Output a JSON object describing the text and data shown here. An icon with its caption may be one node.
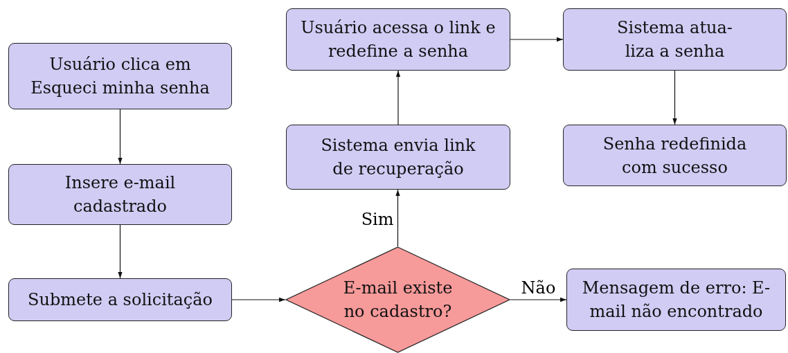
{
  "diagram": {
    "nodes": [
      {
        "text": [
          "Usuário clica em Esqueci minha senha"
        ]
      },
      {
        "text": [
          "Insere e-mail cadastrado"
        ]
      },
      {
        "text": [
          "Submete a solicitação"
        ]
      },
      {
        "text": [
          "E-mail existe no cadastro?"
        ]
      },
      {
        "text": [
          "Sistema envia link de recuperação"
        ]
      },
      {
        "text": [
          "Usuário acessa o link e redefine a senha"
        ]
      },
      {
        "text": [
          "Sistema atua- liza a senha"
        ]
      },
      {
        "text": [
          "Senha redefinida com sucesso"
        ]
      },
      {
        "text": [
          "Mensagem de erro: E- mail não encontrado"
        ]
      }
    ],
    "edges": [
      {
        "from": 0,
        "to": 1,
        "arrow": "to"
      },
      {
        "from": 1,
        "to": 2,
        "arrow": "to"
      },
      {
        "from": 2,
        "to": 3,
        "arrow": "to"
      },
      {
        "from": 3,
        "to": 4,
        "arrow": "to",
        "label": "Sim"
      },
      {
        "from": 4,
        "to": 5,
        "arrow": "to"
      },
      {
        "from": 5,
        "to": 6,
        "arrow": "to"
      },
      {
        "from": 6,
        "to": 7,
        "arrow": "to"
      },
      {
        "from": 3,
        "to": 8,
        "arrow": "to",
        "label": "Não"
      }
    ]
  }
}
